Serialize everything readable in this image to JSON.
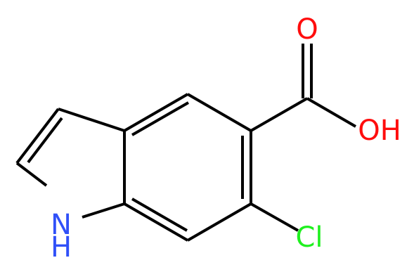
{
  "molecule": {
    "atoms": {
      "oxygen_carbonyl": {
        "label": "O",
        "color": "#ff0d0d"
      },
      "hydroxyl": {
        "label": "OH",
        "color": "#ff0d0d"
      },
      "nitrogen": {
        "label": "N",
        "color": "#3050f8"
      },
      "hydrogen_on_nitrogen": {
        "label": "H",
        "color": "#3050f8"
      },
      "chlorine": {
        "label": "Cl",
        "color": "#1ff01f"
      }
    },
    "bond_color": "#000000"
  }
}
